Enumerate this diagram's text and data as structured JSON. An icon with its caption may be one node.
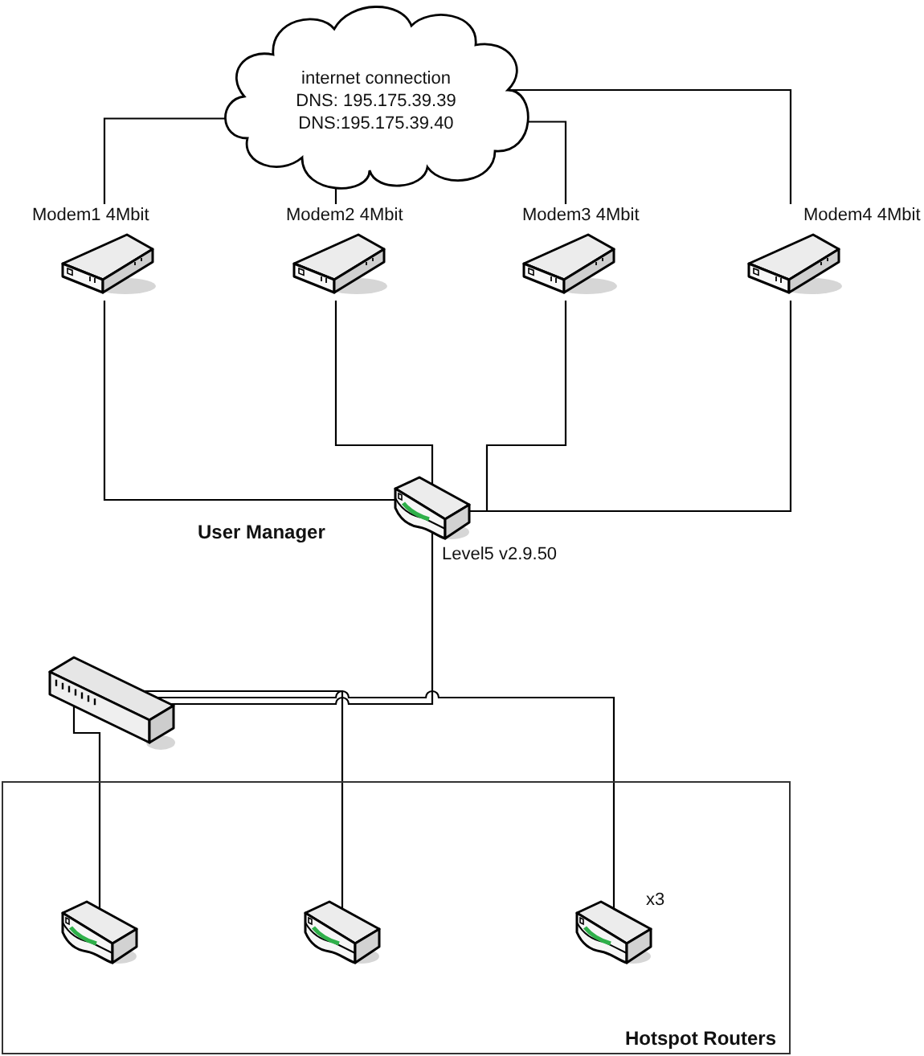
{
  "diagram": {
    "nodes": [
      {
        "text": [
          "internet connection",
          "DNS: 195.175.39.39",
          "DNS:195.175.39.40"
        ]
      },
      {
        "text": [
          "Modem1 4Mbit"
        ]
      },
      {
        "text": [
          "Modem2 4Mbit"
        ]
      },
      {
        "text": [
          "Modem3 4Mbit"
        ]
      },
      {
        "text": [
          "Modem4 4Mbit"
        ]
      },
      {
        "text": [],
        "shape": "picture",
        "beside": [
          "User Manager",
          "Level5 v2.9.50"
        ]
      },
      {
        "text": [],
        "shape": "picture"
      },
      {
        "text": [
          "Hotspot Routers"
        ]
      },
      {
        "text": [],
        "shape": "picture",
        "in": 7
      },
      {
        "text": [],
        "shape": "picture",
        "in": 7
      },
      {
        "text": [],
        "shape": "picture",
        "in": 7,
        "beside": [
          "x3"
        ]
      }
    ],
    "edges": [
      {
        "from": 0,
        "to": 1,
        "arrow": "none"
      },
      {
        "from": 0,
        "to": 2,
        "arrow": "none"
      },
      {
        "from": 0,
        "to": 3,
        "arrow": "none"
      },
      {
        "from": 0,
        "to": 4,
        "arrow": "none"
      },
      {
        "from": 1,
        "to": 5,
        "arrow": "none"
      },
      {
        "from": 2,
        "to": 5,
        "arrow": "none"
      },
      {
        "from": 3,
        "to": 5,
        "arrow": "none"
      },
      {
        "from": 4,
        "to": 5,
        "arrow": "none"
      },
      {
        "from": 5,
        "to": 6,
        "arrow": "none"
      },
      {
        "from": 6,
        "to": 8,
        "arrow": "none"
      },
      {
        "from": 6,
        "to": 9,
        "arrow": "none"
      },
      {
        "from": 6,
        "to": 10,
        "arrow": "none"
      }
    ]
  }
}
